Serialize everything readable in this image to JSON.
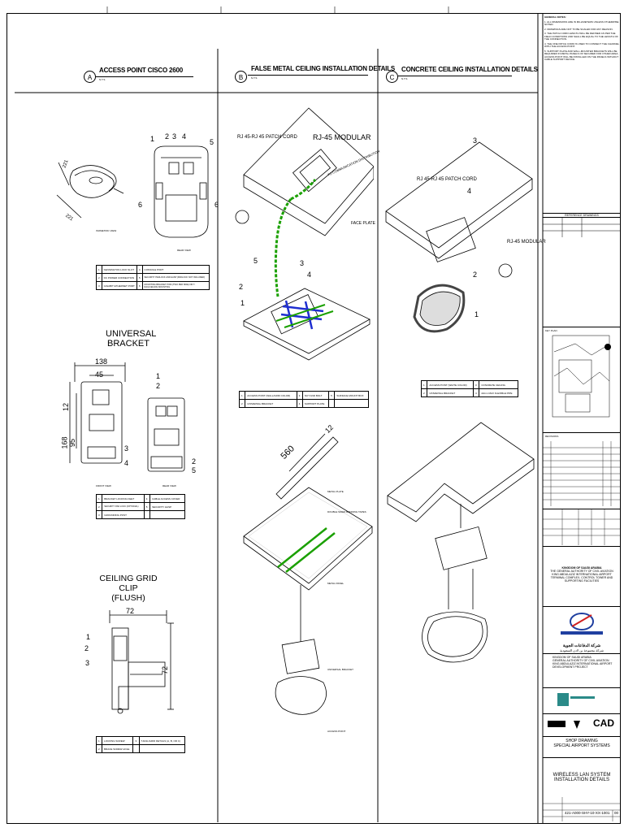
{
  "panels": [
    {
      "letter": "A",
      "title": "ACCESS POINT  CISCO 2600",
      "sub": "N.T.S"
    },
    {
      "letter": "B",
      "title": "FALSE METAL CEILING INSTALLATION DETAILS",
      "sub": "N.T.S"
    },
    {
      "letter": "C",
      "title": "CONCRETE CEILING INSTALLATION DETAILS",
      "sub": "N.T.S"
    }
  ],
  "panel_a": {
    "iso_label": "ISOMETRIC VIEW",
    "rear_label": "REAR VIEW",
    "dim_221a": "221",
    "dim_221b": "221",
    "legend": [
      [
        "1",
        "KENSINGTON LOCK SLOT",
        "4",
        "CONSOLE PORT"
      ],
      [
        "2",
        "DC POWER CONNECTION",
        "5",
        "SECURITY PADLOCK AND HASP (PADLOCK NOT INCLUDED)"
      ],
      [
        "3",
        "GIGABIT ETHERNET PORT",
        "6",
        "MOUNTING BRACKET PINS (TWO PER SIDE) OR T-RAIL/CEILING MOUNTING"
      ]
    ],
    "universal_bracket": "UNIVERSAL\nBRACKET",
    "front_view": "FRONT VIEW",
    "rear_view2": "REAR VIEW",
    "dims": {
      "d138": "138",
      "d45": "45",
      "d12": "12",
      "d168": "168",
      "d95": "95"
    },
    "bracket_legend": [
      [
        "1",
        "BRACKET LOCKING FEET",
        "4",
        "CABLE ACCESS COVER"
      ],
      [
        "2",
        "SECURITY PAD LOCK (OPTIONAL)",
        "5",
        "SECURITY HASP"
      ],
      [
        "3",
        "GROUNDING POST",
        "",
        ""
      ]
    ],
    "ceiling_clip": "CEILING GRID CLIP\n(FLUSH)",
    "clip_dims": {
      "d72a": "72",
      "d72b": "72"
    },
    "clip_legend": [
      [
        "1",
        "LOCKING SCREW",
        "3",
        "T-RAIL/GRID DETAILS (A, B, OR C)"
      ],
      [
        "2",
        "BRACE SCREW HOLE",
        "",
        ""
      ]
    ]
  },
  "panel_b": {
    "patch": "RJ 45-RJ 45 PATCH CORD",
    "modular": "RJ-45 MODULAR",
    "face_plate": "FACE PLATE",
    "cable_text": "TO COMMUNICATION DISTRIBUTION",
    "legend": [
      [
        "1",
        "ACCESS POINT (WALL/GRID COLOR)",
        "3",
        "NUT AND BOLT",
        "5",
        "SURFACE MOUNT BOX"
      ],
      [
        "2",
        "UNIVERSAL BRACKET",
        "4",
        "SUPPORT PLATE",
        "",
        ""
      ]
    ],
    "dims": {
      "d560": "560",
      "d12": "12"
    },
    "metal_plate": "METAL PLATE",
    "double_tape": "DOUBLE SIDED BONDING TAPES",
    "metal_panel": "METAL PANEL",
    "universal_bracket": "UNIVERSAL BRACKET",
    "access_point": "ACCESS POINT"
  },
  "panel_c": {
    "patch": "RJ 45-RJ 45 PATCH CORD",
    "modular": "RJ-45 MODULAR",
    "legend": [
      [
        "1",
        "ACCESS POINT (WHITE COLOR)",
        "3",
        "CONCRETE CEILING"
      ],
      [
        "2",
        "UNIVERSAL BRACKET",
        "4",
        "22mm MAX FLEXIBLE PIPE"
      ]
    ]
  },
  "numbers": {
    "n1": "1",
    "n2": "2",
    "n3": "3",
    "n4": "4",
    "n5": "5",
    "n6": "6"
  },
  "title_block": {
    "notes_title": "GENERAL NOTES:",
    "notes": [
      "1.  ALL DIMENSIONS ARE IN MILLIMETERS UNLESS OTHERWISE NOTED.",
      "2.  DRAWINGS ARE NOT TO BE SCALED FOR ANY REASON.",
      "3.  THE PATCH CORD LENGTH WILL BE DEFINED AS PER THE FIELD CONDITIONS AND SHALL BE EQUAL TO THE LENGTH OF THE CONNECTION.",
      "4.  THE ONE PATCH CORD IS USED TO CONNECT THE CHANNEL WITH THE ACCESS POINT.",
      "5.  SUPPORT PLATE AND WALL-MOUNTED BRACKETS WILL BE REQUIRED IN METAL PANELS OF SECURED FOR OTHER AREA. ACCESS POINT WILL BE INSTALLED ON THE PANELS WITHOUT CABLE SUPPORT DEVICE."
    ],
    "ref_header": "REFERENCE DRAWINGS",
    "key_plan": "KEY PLAN",
    "revisions": "REVISIONS",
    "client_lines": [
      "KINGDOM OF SAUDI ARABIA",
      "THE GENERAL AUTHORITY OF CIVIL AVIATION",
      "KING ABDULAZIZ INTERNATIONAL AIRPORT",
      "TERMINAL COMPLEX, CONTROL TOWER AND",
      "SUPPORTING FACILITIES"
    ],
    "arabic_name": "شركة الدفاعات الجوية",
    "arabic_sub": "شركة مجموعة بن لادن السعودية",
    "project_lines": [
      "KINGDOM OF SAUDI ARABIA",
      "GENERAL AUTHORITY OF CIVIL AVIATION",
      "KING ABDULAZIZ INTERNATIONAL AIRPORT",
      "DEVELOPMENT PROJECT"
    ],
    "cad": "CAD",
    "shop_drawing": "SHOP DRAWING",
    "special": "SPECIAL AIRPORT SYSTEMS",
    "drawing_title": "WIRELESS LAN SYSTEM\nINSTALLATION DETAILS",
    "drawing_no": "421-A000-SHY-10-XX-1001",
    "rev": "00"
  }
}
